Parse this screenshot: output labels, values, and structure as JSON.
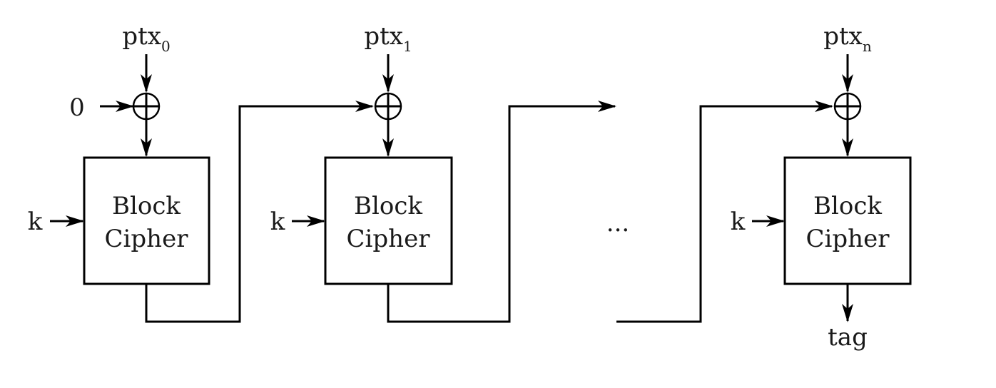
{
  "diagram": {
    "inputs": {
      "iv": "0",
      "ptx_base": "ptx",
      "sub0": "0",
      "sub1": "1",
      "subn": "n"
    },
    "key_label": "k",
    "block_label_line1": "Block",
    "block_label_line2": "Cipher",
    "ellipsis": "...",
    "output": "tag"
  }
}
